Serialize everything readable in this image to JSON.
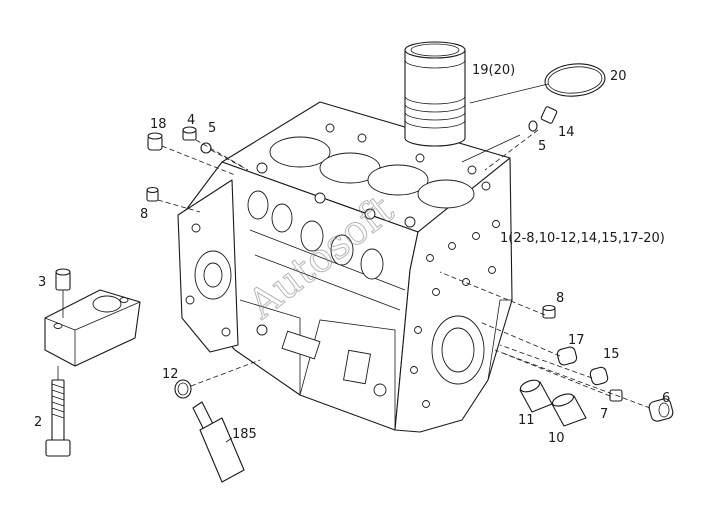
{
  "callouts": {
    "c18": "18",
    "c4": "4",
    "c5a": "5",
    "c8a": "8",
    "c3": "3",
    "c2": "2",
    "c12": "12",
    "c185": "185",
    "c19": "19(20)",
    "c20": "20",
    "c14": "14",
    "c5b": "5",
    "c_assembly": "1(2-8,10-12,14,15,17-20)",
    "c8b": "8",
    "c17": "17",
    "c15": "15",
    "c6": "6",
    "c11": "11",
    "c10": "10",
    "c7": "7"
  },
  "watermark": "Autosoft"
}
